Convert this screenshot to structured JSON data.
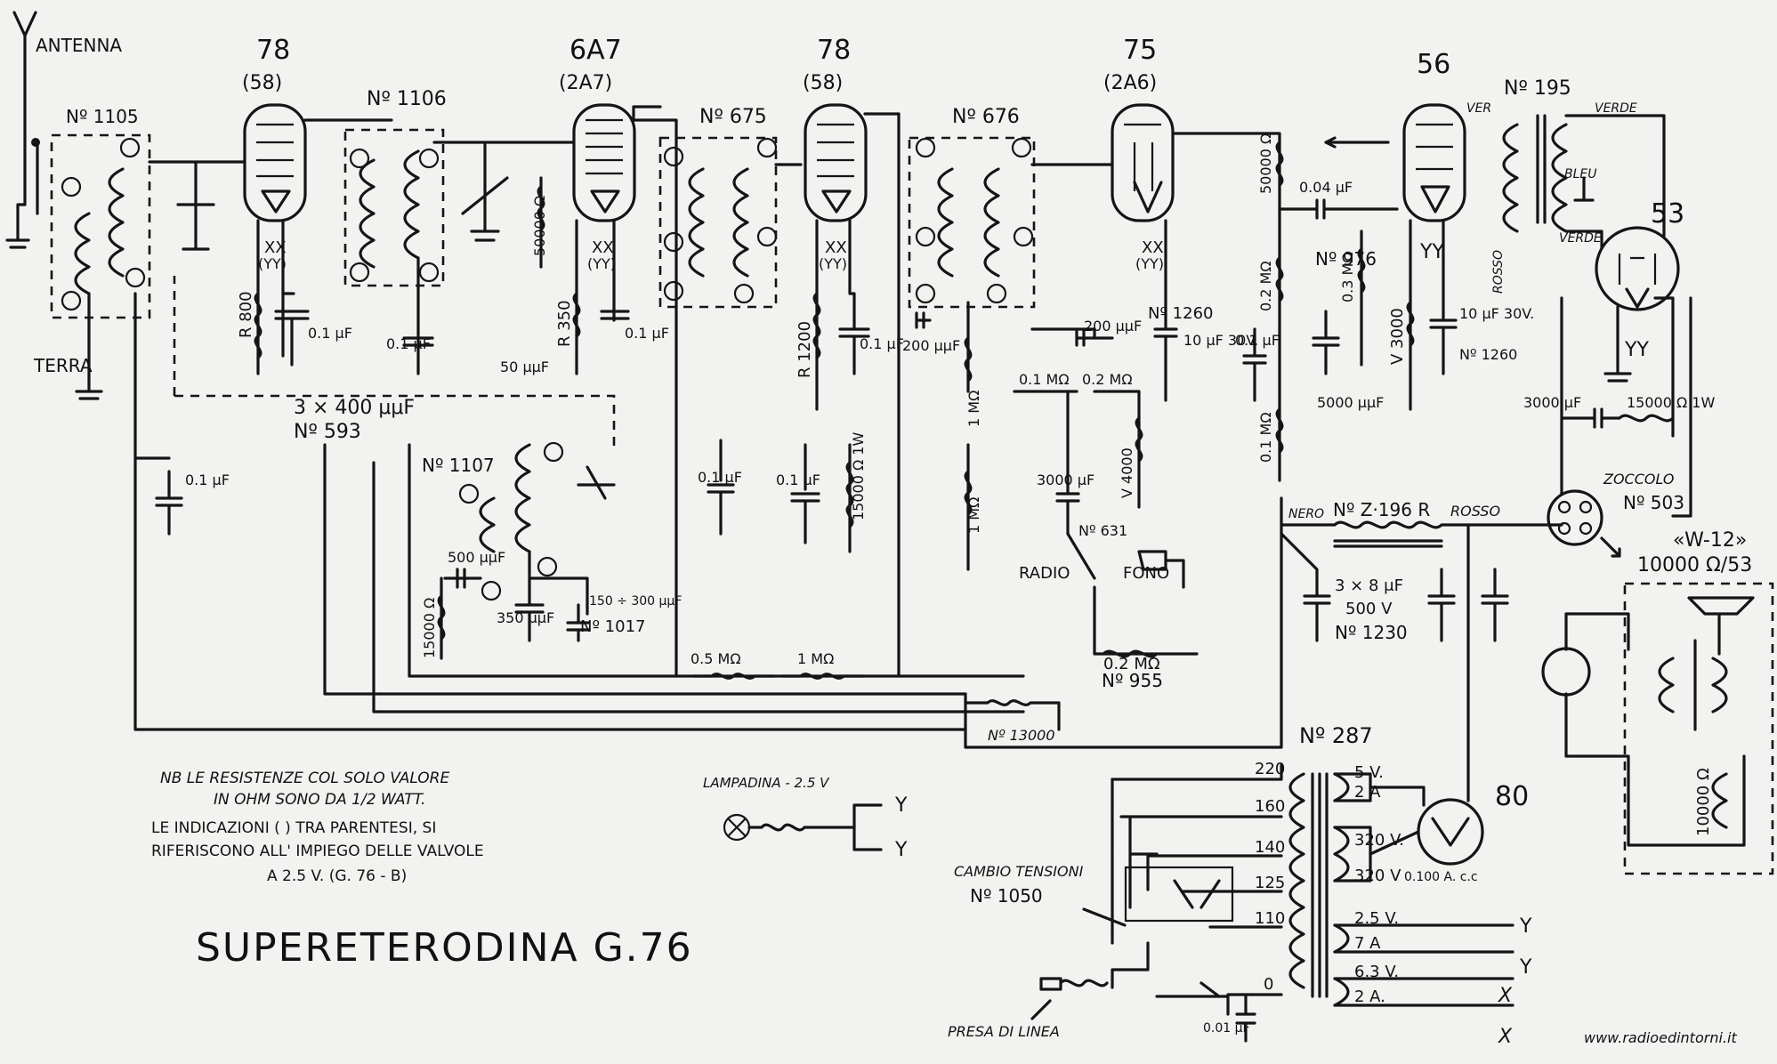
{
  "title": "SUPERETERODINA G.76",
  "watermark": "www.radioedintorni.it",
  "antenna": {
    "label": "ANTENNA"
  },
  "ground": {
    "label": "TERRA"
  },
  "tubes": [
    {
      "type": "78",
      "alt": "(58)",
      "heater": "XX",
      "heater_alt": "(YY)"
    },
    {
      "type": "6A7",
      "alt": "(2A7)",
      "heater": "XX",
      "heater_alt": "(YY)"
    },
    {
      "type": "78",
      "alt": "(58)",
      "heater": "XX",
      "heater_alt": "(YY)"
    },
    {
      "type": "75",
      "alt": "(2A6)",
      "heater": "XX",
      "heater_alt": "(YY)"
    },
    {
      "type": "56",
      "heater": "YY"
    },
    {
      "type": "53",
      "heater": "YY"
    },
    {
      "type": "80"
    }
  ],
  "parts": {
    "coil_1105": "Nº 1105",
    "coil_1106": "Nº 1106",
    "if_675": "Nº 675",
    "if_676": "Nº 676",
    "xfmr_195": "Nº 195",
    "osc_1107": "Nº 1107",
    "trimmer_1017": "Nº 1017",
    "cap_1260": "Nº 1260",
    "cap_1260b": "Nº 1260",
    "pot_976": "Nº 976",
    "gang_cap": "3 × 400 μμF",
    "gang_cap_num": "Nº 593",
    "pot_955": "Nº 955",
    "choke": "Nº Z·196 R",
    "filter_cap": "3 × 8 μF",
    "filter_cap_v": "500 V",
    "filter_cap_num": "Nº 1230",
    "socket": "ZOCCOLO",
    "socket_num": "Nº 503",
    "speaker": "«W-12»",
    "speaker_field": "10000 Ω/53",
    "power_xfmr": "Nº 287",
    "res_13000": "Nº 13000",
    "switch_631": "Nº 631",
    "selector": "CAMBIO TENSIONI",
    "selector_num": "Nº 1050",
    "mains": "PRESA DI LINEA"
  },
  "values": {
    "r800": "R 800",
    "c01a": "0.1 μF",
    "c01b": "0.1 μF",
    "r50000": "50000 Ω",
    "r350": "R 350",
    "c01c": "0.1 μF",
    "c50": "50 μμF",
    "r1200": "R 1200",
    "c01d": "0.1 μF",
    "c01e": "0.1 μF",
    "c01f": "0.1 μF",
    "r15000a": "15000 Ω 1W",
    "c01g": "0.1 μF",
    "c200a": "200 μμF",
    "c200b": "200 μμF",
    "c10": "10 μF 30V.",
    "r01m": "0.1 MΩ",
    "r02m": "0.2 MΩ",
    "r1m": "1 MΩ",
    "r1mb": "1 MΩ",
    "v4000": "V 4000",
    "c3000a": "3000 μF",
    "r50000b": "50000 Ω",
    "c004": "0.04 μF",
    "r02mb": "0.2 MΩ",
    "c01h": "0.1 μF",
    "r01mb": "0.1 MΩ",
    "r03m": "0.3 MΩ",
    "c5000": "5000 μμF",
    "v3000": "V 3000",
    "c10b": "10 μF 30V.",
    "c3000b": "3000 μF",
    "r15000b": "15000 Ω 1W",
    "c500": "500 μμF",
    "r15000c": "15000 Ω",
    "c350": "350 μμF",
    "c150": "150 ÷ 300 μμF",
    "r05m": "0.5 MΩ",
    "r1mc": "1 MΩ",
    "r02mc": "0.2 MΩ",
    "rfield": "10000 Ω",
    "c001": "0.01 μF"
  },
  "wires": {
    "verde1": "VERDE",
    "verde2": "VERDE",
    "bleu": "BLEU",
    "rosso": "ROSSO",
    "rosso2": "ROSSO",
    "nero": "NERO",
    "verde3": "VER"
  },
  "switch_labels": {
    "radio": "RADIO",
    "fono": "FONO"
  },
  "taps": [
    "220",
    "160",
    "140",
    "125",
    "110",
    "0"
  ],
  "secondaries": [
    {
      "v": "5 V.",
      "a": "2 A"
    },
    {
      "v": "320 V.",
      "a": ""
    },
    {
      "v": "320 V",
      "a": "0.100 A. c.c"
    },
    {
      "v": "2.5 V.",
      "a": "7 A"
    },
    {
      "v": "6.3 V.",
      "a": "2 A."
    }
  ],
  "heater_out": [
    "Y",
    "Y",
    "X",
    "X"
  ],
  "lamp": {
    "label": "LAMPADINA - 2.5 V",
    "y1": "Y",
    "y2": "Y"
  },
  "notes": [
    "NB  LE RESISTENZE COL SOLO VALORE",
    "IN OHM SONO DA 1/2 WATT.",
    "LE INDICAZIONI (   ) TRA PARENTESI, SI",
    "RIFERISCONO ALL' IMPIEGO DELLE VALVOLE",
    "A 2.5 V. (G. 76 - B)"
  ]
}
